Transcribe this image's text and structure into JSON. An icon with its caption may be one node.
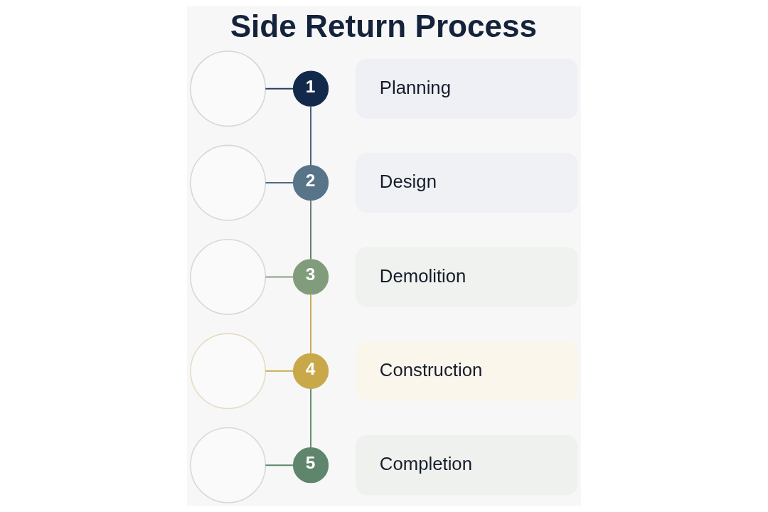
{
  "diagram": {
    "title": "Side Return Process",
    "nodes": [
      {
        "text": [],
        "shape": "circle"
      },
      {
        "text": [
          "1"
        ]
      },
      {
        "text": [
          "Planning"
        ]
      },
      {
        "text": [],
        "shape": "circle"
      },
      {
        "text": [
          "2"
        ]
      },
      {
        "text": [
          "Design"
        ]
      },
      {
        "text": [],
        "shape": "circle"
      },
      {
        "text": [
          "3"
        ]
      },
      {
        "text": [
          "Demolition"
        ]
      },
      {
        "text": [],
        "shape": "circle"
      },
      {
        "text": [
          "4"
        ]
      },
      {
        "text": [
          "Construction"
        ]
      },
      {
        "text": [],
        "shape": "circle"
      },
      {
        "text": [
          "5"
        ]
      },
      {
        "text": [
          "Completion"
        ]
      }
    ],
    "edges": [
      {
        "from": 0,
        "to": 1,
        "arrow": "none",
        "color": "#2a3f5a"
      },
      {
        "from": 1,
        "to": 4,
        "arrow": "none",
        "color": "#3e5a72"
      },
      {
        "from": 3,
        "to": 4,
        "arrow": "none",
        "color": "#4f6a80"
      },
      {
        "from": 4,
        "to": 7,
        "arrow": "none",
        "color": "#5f7a70"
      },
      {
        "from": 6,
        "to": 7,
        "arrow": "none",
        "color": "#86a183"
      },
      {
        "from": 7,
        "to": 10,
        "arrow": "none",
        "color": "#c8a94e"
      },
      {
        "from": 9,
        "to": 10,
        "arrow": "none",
        "color": "#c9a84c"
      },
      {
        "from": 10,
        "to": 13,
        "arrow": "none",
        "color": "#5f866c"
      },
      {
        "from": 12,
        "to": 13,
        "arrow": "none",
        "color": "#5f866c"
      }
    ]
  }
}
